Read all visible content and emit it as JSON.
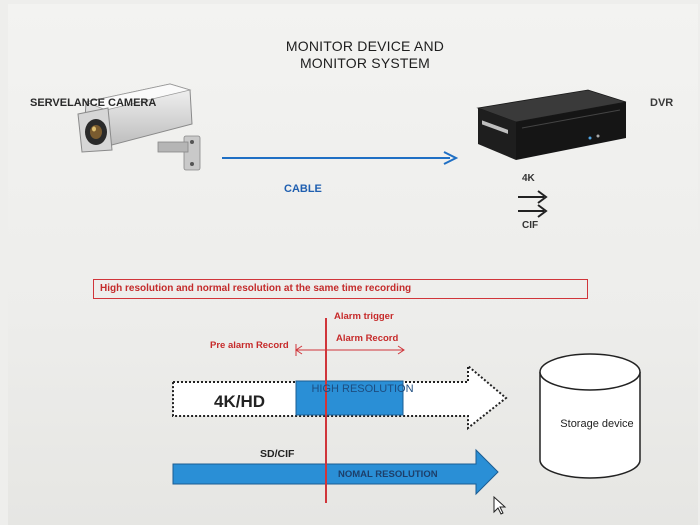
{
  "title_line1": "MONITOR DEVICE AND",
  "title_line2": "MONITOR SYSTEM",
  "camera_label": "SERVELANCE CAMERA",
  "dvr_label": "DVR",
  "cable_label": "CABLE",
  "resolution_top": "4K",
  "resolution_bottom": "CIF",
  "banner_text": "High resolution and normal resolution at the same time recording",
  "pre_alarm_label": "Pre alarm Record",
  "alarm_trigger_label": "Alarm trigger",
  "alarm_record_label": "Alarm Record",
  "hd_stream_label": "4K/HD",
  "high_resolution_label": "HIGH RESOLUTION",
  "sd_stream_label": "SD/CIF",
  "normal_resolution_label": "NOMAL RESOLUTION",
  "storage_label": "Storage device",
  "colors": {
    "accent_blue": "#1f6fc4",
    "alarm_red": "#d0353a",
    "bar_blue": "#2a8fd6"
  }
}
